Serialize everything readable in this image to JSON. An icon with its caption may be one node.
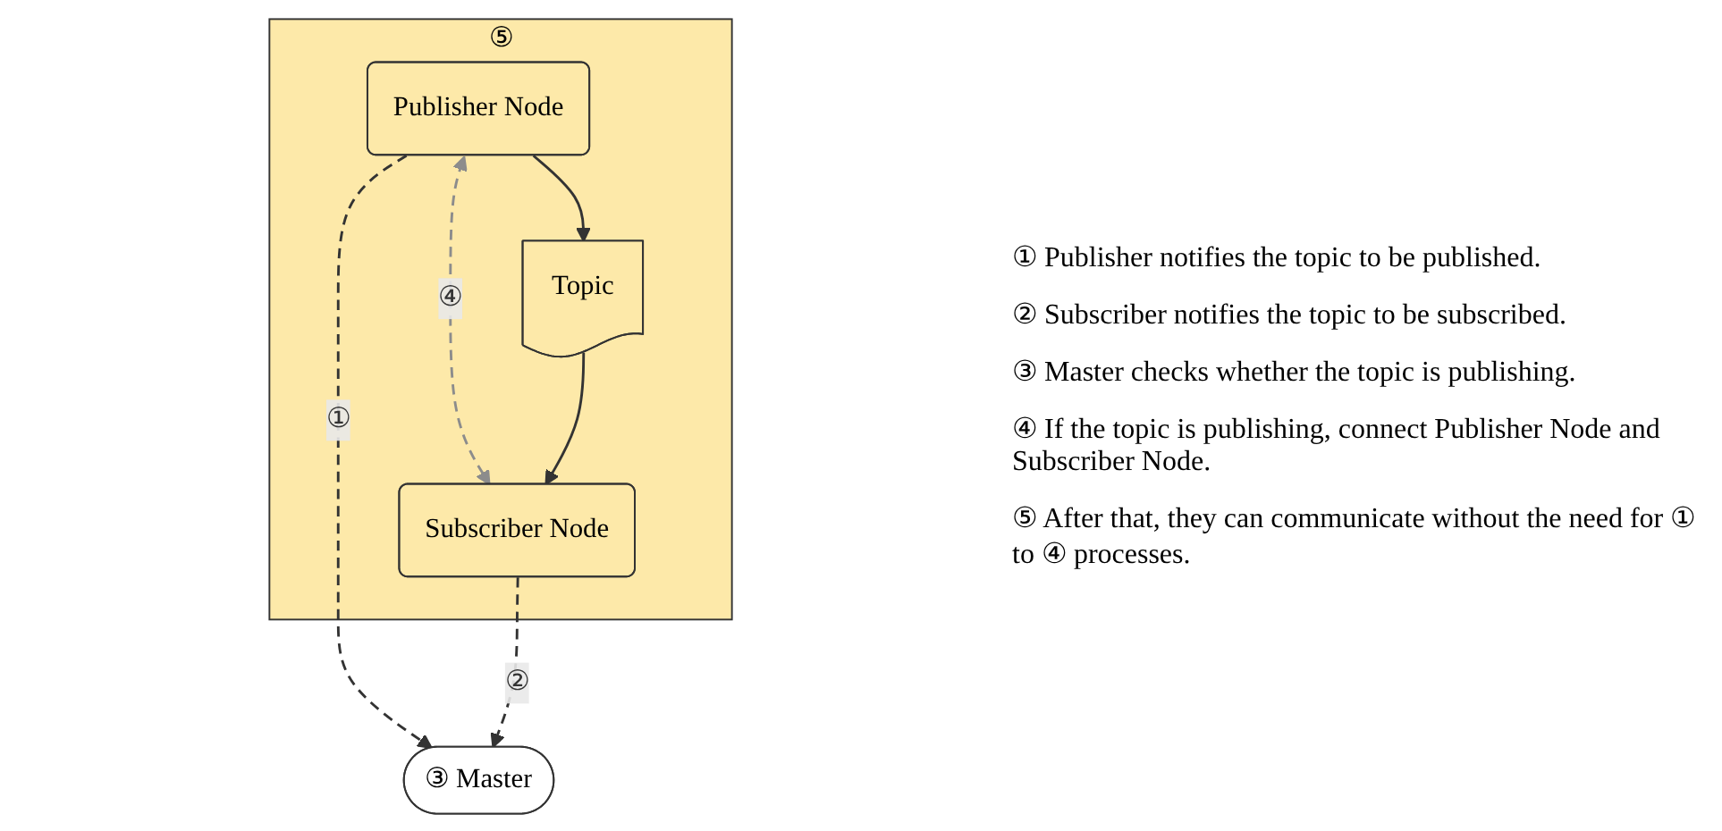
{
  "diagram": {
    "nodes": [
      {
        "text": [
          "③ Master"
        ]
      },
      {
        "text": [
          "⑤"
        ]
      },
      {
        "text": [
          "Publisher Node"
        ],
        "in": 1
      },
      {
        "text": [
          "Topic"
        ],
        "in": 1
      },
      {
        "text": [
          "Subscriber Node"
        ],
        "in": 1
      }
    ],
    "edges": [
      {
        "from": 2,
        "to": 0,
        "arrow": "to",
        "label": "①",
        "style": "dashed"
      },
      {
        "from": 4,
        "to": 0,
        "arrow": "to",
        "label": "②",
        "style": "dashed"
      },
      {
        "from": 2,
        "to": 4,
        "arrow": "both",
        "label": "④",
        "style": "dashed",
        "color": "#8c8c8c"
      },
      {
        "from": 2,
        "to": 3,
        "arrow": "to"
      },
      {
        "from": 3,
        "to": 4,
        "arrow": "to"
      }
    ],
    "labels": [
      "① Publisher notifies the topic to be published.",
      "② Subscriber notifies the topic to be subscribed.",
      "③ Master checks whether the topic is publishing.",
      "④ If the topic is publishing, connect Publisher Node and Subscriber Node.",
      "⑤ After that, they can communicate without the need for ① to ④ processes."
    ]
  }
}
